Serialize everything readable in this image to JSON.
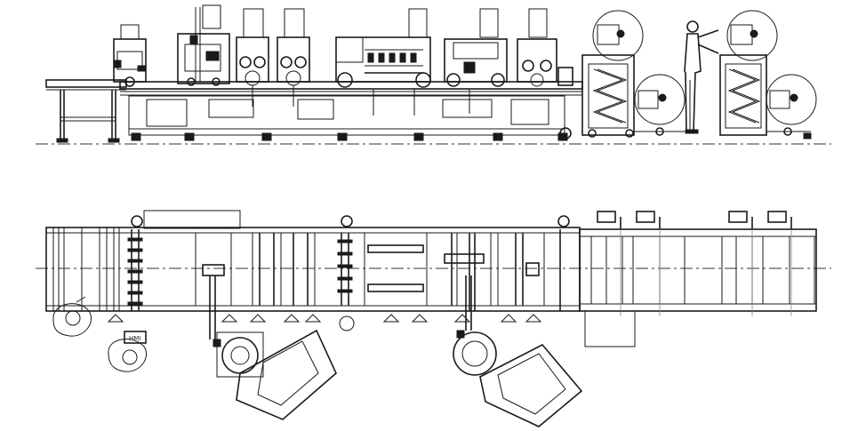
{
  "drawing": {
    "type": "machine-layout",
    "views": [
      "side-elevation",
      "top-plan"
    ],
    "operator_panel_label": "HMI",
    "line_color": "#1a1a1a",
    "background_color": "#ffffff"
  }
}
